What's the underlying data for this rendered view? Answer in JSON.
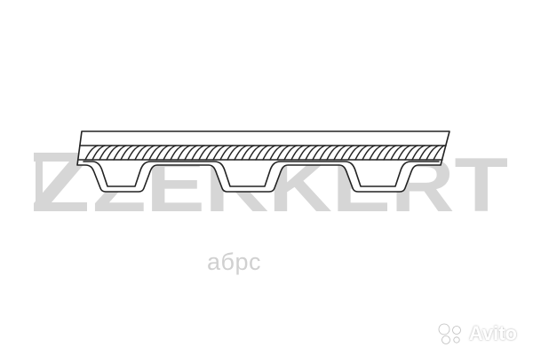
{
  "brand": {
    "logo_text": "ZEKKERT",
    "color": "#d6d6d6"
  },
  "product": {
    "type_icon": "timing-belt-icon",
    "stroke_color": "#222222"
  },
  "watermarks": {
    "store_text": "абрс",
    "marketplace_text": "Avito",
    "marketplace_icon": "avito-dots-icon"
  }
}
